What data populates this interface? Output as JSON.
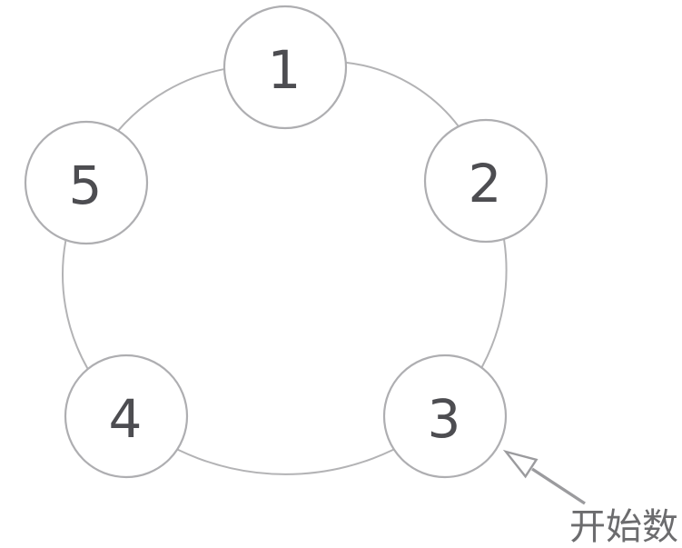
{
  "diagram": {
    "type": "ring-counting-diagram",
    "nodes": [
      {
        "label": "1"
      },
      {
        "label": "2"
      },
      {
        "label": "3"
      },
      {
        "label": "4"
      },
      {
        "label": "5"
      }
    ],
    "annotation": {
      "text": "开始数",
      "points_to_node": "3"
    },
    "colors": {
      "background": "#ffffff",
      "ring_stroke": "#b3b3b5",
      "node_stroke": "#aeaeb1",
      "node_fill": "#ffffff",
      "number_text": "#4d4d51",
      "arrow": "#9b9b9e",
      "annotation_text": "#6c6c6e"
    }
  }
}
